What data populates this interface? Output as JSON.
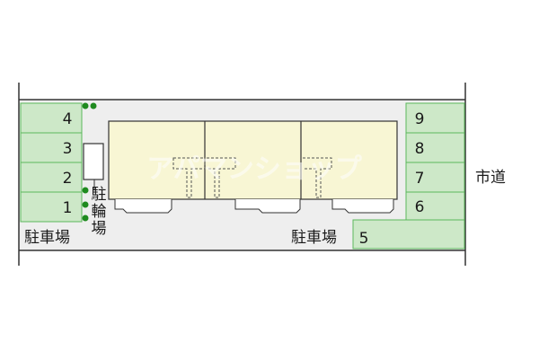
{
  "road_label": "市道",
  "left_parking_label": "駐車場",
  "right_parking_label": "駐車場",
  "bicycle_parking_label": [
    "駐",
    "輪",
    "場"
  ],
  "watermark": "アパマンショップ",
  "left_spaces": [
    "4",
    "3",
    "2",
    "1"
  ],
  "right_spaces": [
    "9",
    "8",
    "7",
    "6"
  ],
  "bottom_space": "5",
  "colors": {
    "parking_fill": "#cde8c8",
    "parking_stroke": "#5cb85c",
    "building_fill": "#f8f6d4",
    "lot_fill": "#eeeeee",
    "tree": "#1f8a1f"
  }
}
